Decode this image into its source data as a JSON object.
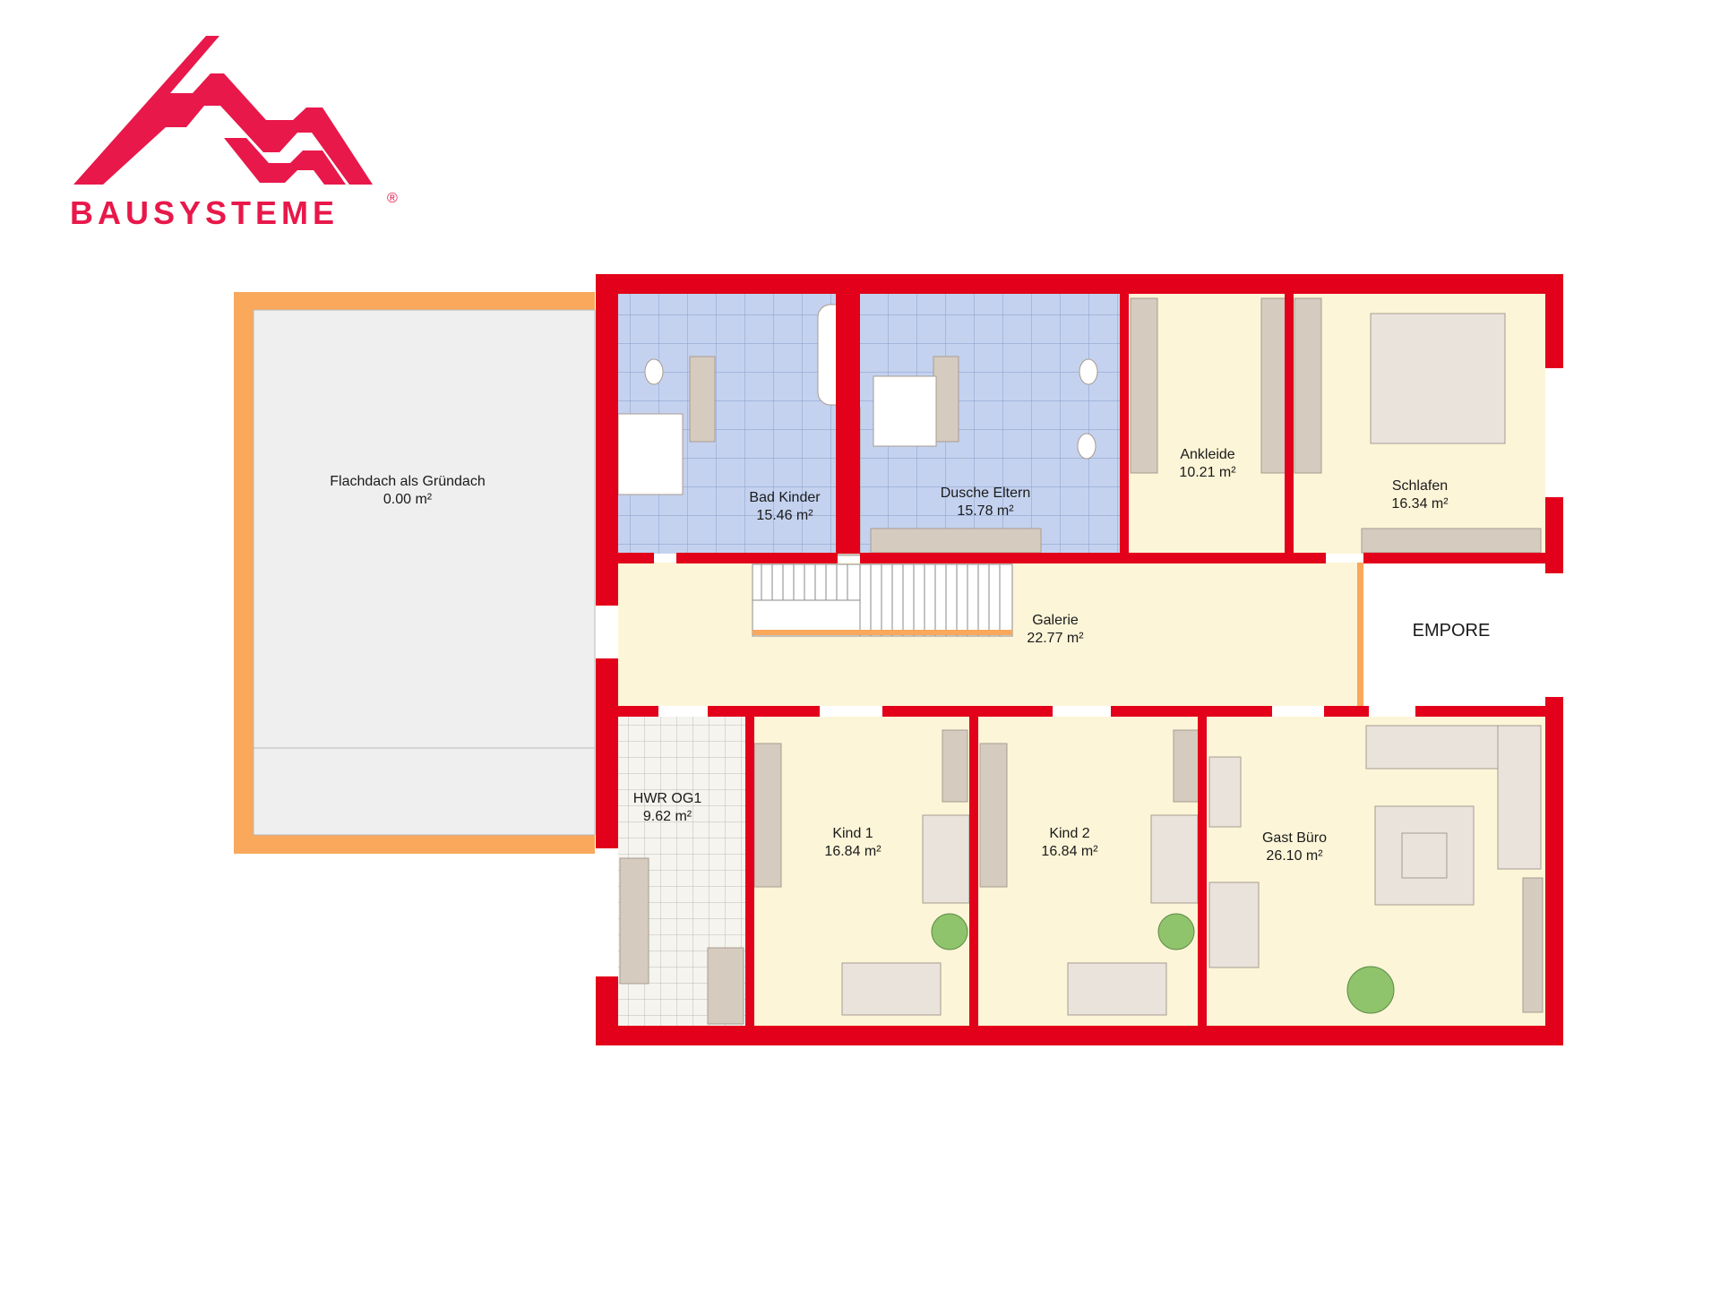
{
  "logo": {
    "brand": "BAUSYSTEME",
    "registered": "®",
    "color": "#e8184a"
  },
  "colors": {
    "wall": "#e2001a",
    "roof_border": "#f9a85c",
    "tile_blue": "#c4d2ef",
    "floor_cream": "#fcf5d8",
    "tile_white": "#f4f4f0",
    "furniture": "#d6cbbf"
  },
  "rooms": {
    "flachdach": {
      "name": "Flachdach als Gründach",
      "area": "0.00 m²"
    },
    "bad_kinder": {
      "name": "Bad Kinder",
      "area": "15.46 m²"
    },
    "dusche_eltern": {
      "name": "Dusche Eltern",
      "area": "15.78 m²"
    },
    "ankleide": {
      "name": "Ankleide",
      "area": "10.21 m²"
    },
    "schlafen": {
      "name": "Schlafen",
      "area": "16.34 m²"
    },
    "galerie": {
      "name": "Galerie",
      "area": "22.77 m²"
    },
    "empore": {
      "name": "EMPORE"
    },
    "hwr": {
      "name": "HWR OG1",
      "area": "9.62 m²"
    },
    "kind1": {
      "name": "Kind 1",
      "area": "16.84 m²"
    },
    "kind2": {
      "name": "Kind 2",
      "area": "16.84 m²"
    },
    "gast": {
      "name": "Gast Büro",
      "area": "26.10 m²"
    }
  }
}
